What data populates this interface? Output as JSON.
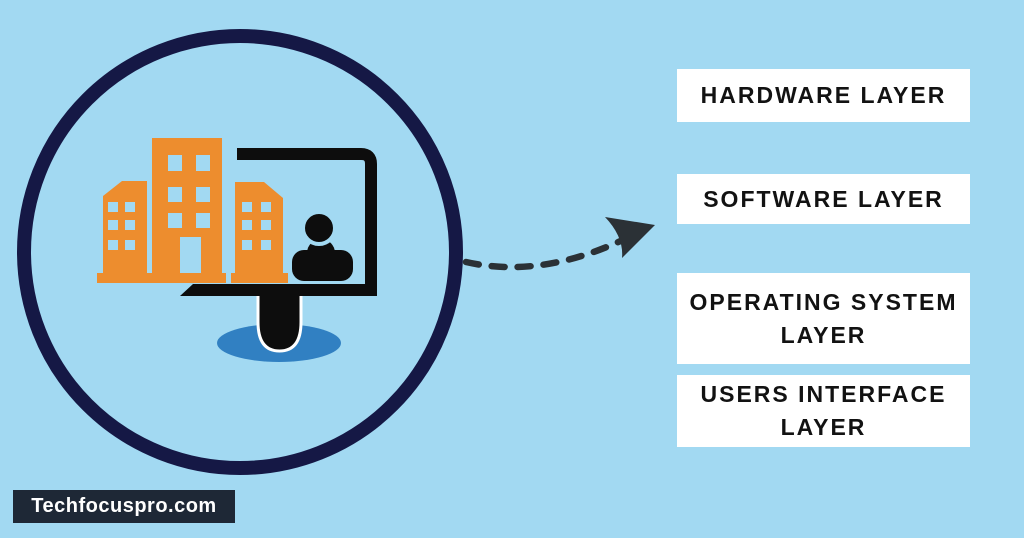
{
  "colors": {
    "background": "#a2d9f2",
    "ring": "#151845",
    "building": "#ed8d2e",
    "window": "#a2d9f2",
    "ink": "#0d0d0d",
    "stand_shadow": "#3180c2",
    "arrow": "#2b3136",
    "box_bg": "#ffffff",
    "box_text": "#121212",
    "badge_bg": "#1e2836",
    "badge_text": "#ffffff"
  },
  "illustration": {
    "name": "organization-computer-user-illustration",
    "icons": [
      "buildings-icon",
      "monitor-icon",
      "user-icon"
    ]
  },
  "arrow": {
    "style": "dashed",
    "direction": "left-to-right"
  },
  "layers": [
    {
      "label": "HARDWARE LAYER",
      "line1": "HARDWARE LAYER",
      "line2": ""
    },
    {
      "label": "SOFTWARE LAYER",
      "line1": "SOFTWARE LAYER",
      "line2": ""
    },
    {
      "label": "OPERATING SYSTEM LAYER",
      "line1": "OPERATING SYSTEM",
      "line2": "LAYER"
    },
    {
      "label": "USERS INTERFACE LAYER",
      "line1": "USERS INTERFACE",
      "line2": "LAYER"
    }
  ],
  "footer": {
    "website": "Techfocuspro.com"
  }
}
